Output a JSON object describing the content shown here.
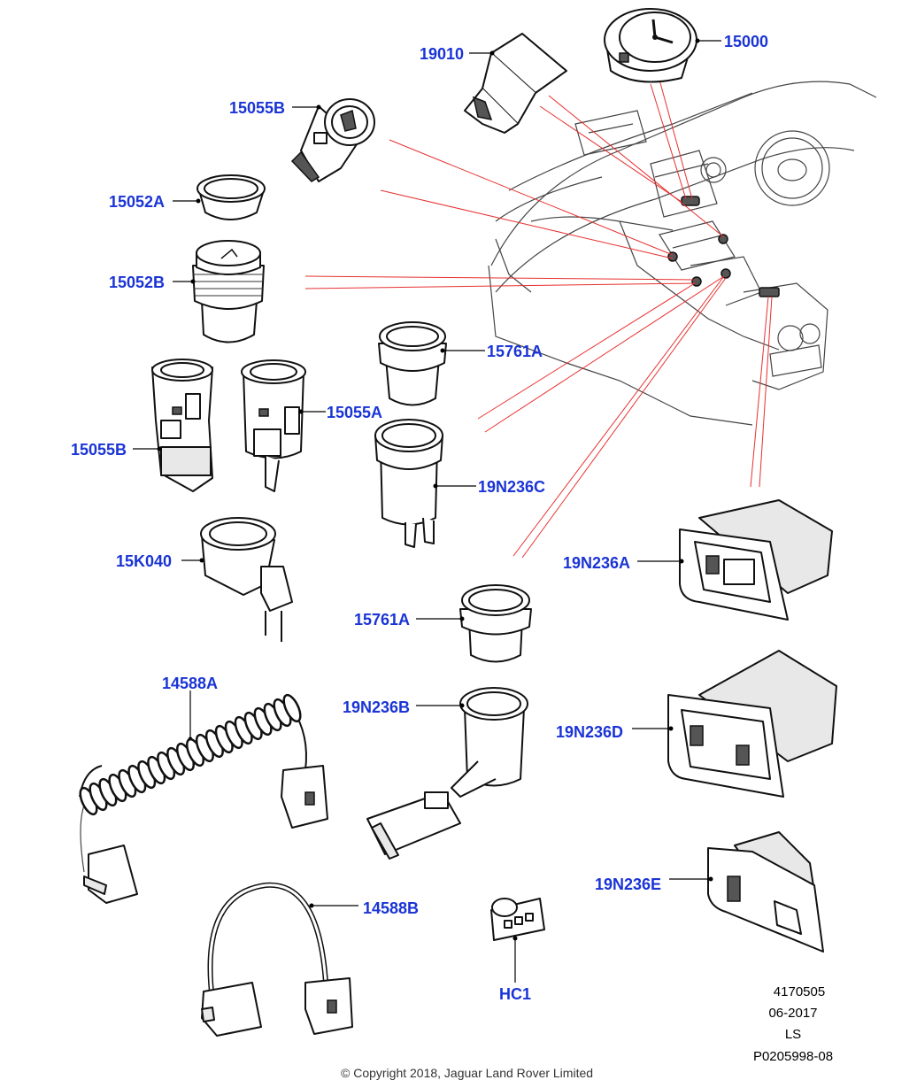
{
  "labels": {
    "p15000": "15000",
    "p19010": "19010",
    "p15055B_top": "15055B",
    "p15052A": "15052A",
    "p15052B": "15052B",
    "p15761A_top": "15761A",
    "p15055A": "15055A",
    "p15055B_mid": "15055B",
    "p19N236C": "19N236C",
    "p15K040": "15K040",
    "p19N236A": "19N236A",
    "p15761A_mid": "15761A",
    "p14588A": "14588A",
    "p19N236B": "19N236B",
    "p19N236D": "19N236D",
    "p19N236E": "19N236E",
    "p14588B": "14588B",
    "pHC1": "HC1"
  },
  "footer": {
    "ref": "4170505",
    "date": "06-2017",
    "code": "LS",
    "illustration": "P0205998-08"
  },
  "copyright": "© Copyright 2018, Jaguar Land Rover Limited",
  "colors": {
    "label": "#1a34d6",
    "callout_line": "#e83030",
    "line_art": "#111111"
  }
}
